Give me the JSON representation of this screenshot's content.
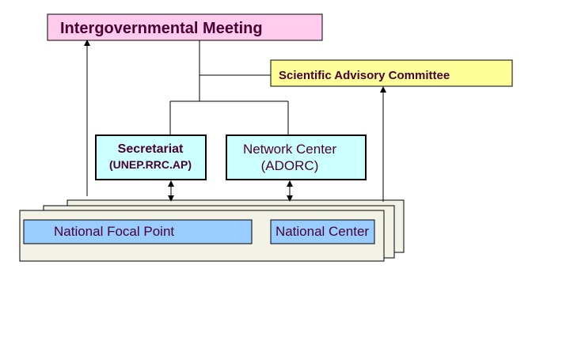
{
  "diagram": {
    "intergovernmental_meeting": "Intergovernmental Meeting",
    "scientific_advisory_committee": "Scientific Advisory Committee",
    "secretariat": {
      "line1": "Secretariat",
      "line2": "(UNEP.RRC.AP)"
    },
    "network_center": {
      "line1": "Network Center",
      "line2": "(ADORC)"
    },
    "national_focal_point": "National Focal Point",
    "national_center": "National Center"
  },
  "colors": {
    "meeting_fill": "#FFCCEE",
    "committee_fill": "#FFFF99",
    "org_fill": "#CCFFFF",
    "national_fill": "#99CCFF",
    "stack_fill": "#F2F2E6",
    "text_dark": "#4A0033",
    "text_black": "#000000"
  }
}
